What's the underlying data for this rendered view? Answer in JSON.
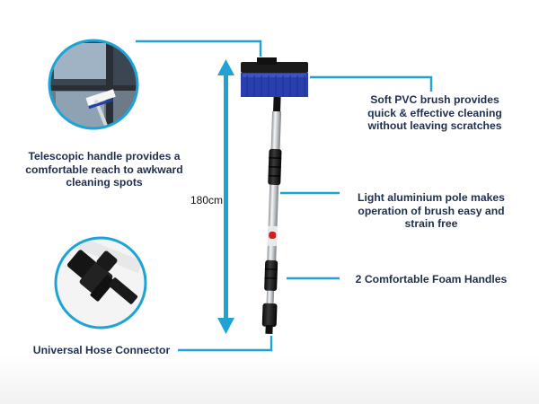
{
  "callouts": {
    "brush": [
      "Soft PVC brush provides",
      "quick & effective cleaning",
      "without leaving scratches"
    ],
    "telescopic": [
      "Telescopic handle provides a",
      "comfortable reach to awkward",
      "cleaning spots"
    ],
    "pole": [
      "Light aluminium pole makes",
      "operation of brush easy and",
      "strain free"
    ],
    "foam": [
      "2 Comfortable Foam Handles"
    ],
    "hose": [
      "Universal Hose Connector"
    ]
  },
  "length_label": "180cm",
  "colors": {
    "accent": "#1fa3d6",
    "label_text": "#1e2f4d",
    "bristles": "#2a3fae"
  }
}
